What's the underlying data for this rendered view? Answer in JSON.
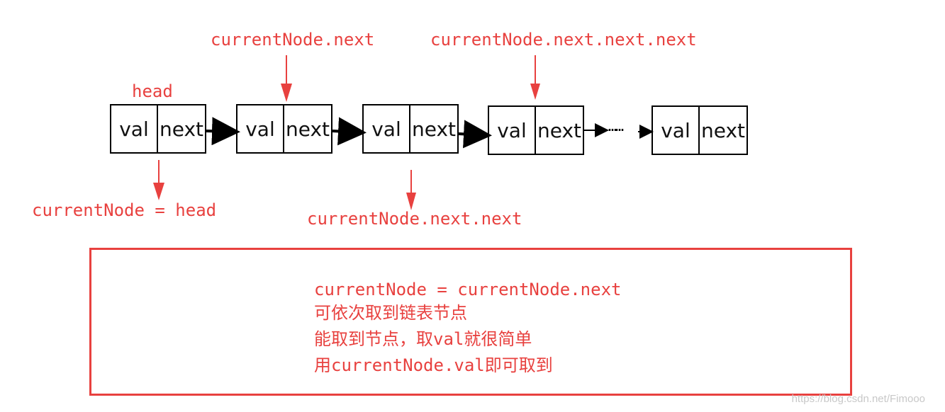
{
  "nodes": [
    {
      "val": "val",
      "next": "next"
    },
    {
      "val": "val",
      "next": "next"
    },
    {
      "val": "val",
      "next": "next"
    },
    {
      "val": "val",
      "next": "next"
    },
    {
      "val": "val",
      "next": "next"
    }
  ],
  "labels": {
    "head": "head",
    "current_node_head": "currentNode = head",
    "next1": "currentNode.next",
    "next2": "currentNode.next.next",
    "next3": "currentNode.next.next.next",
    "ellipsis": "……"
  },
  "description": {
    "line1": "currentNode = currentNode.next",
    "line2": "可依次取到链表节点",
    "line3": "能取到节点，取val就很简单",
    "line4": "用currentNode.val即可取到"
  },
  "watermark": "https://blog.csdn.net/Fimooo",
  "colors": {
    "accent": "#e8413f",
    "node_border": "#000000"
  }
}
